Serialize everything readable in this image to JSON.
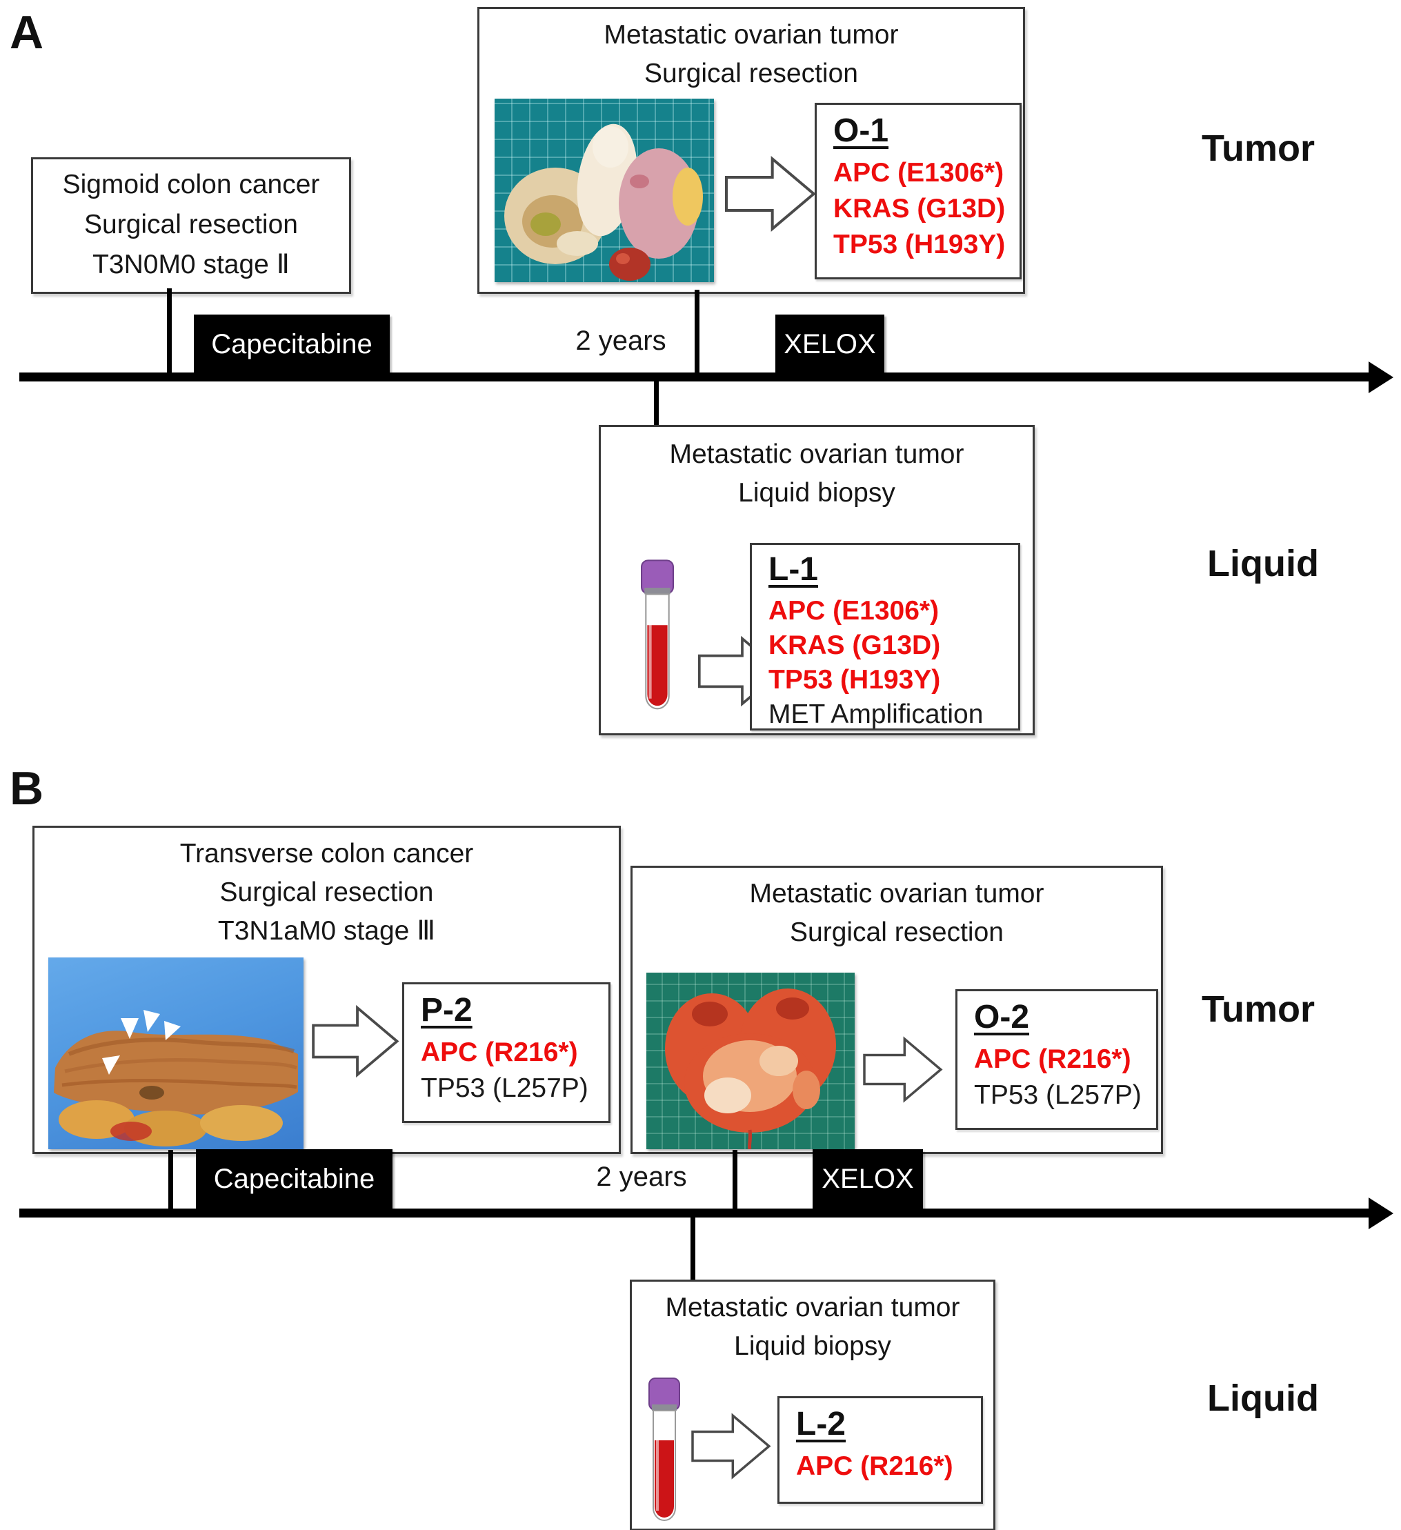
{
  "colors": {
    "mutation_red": "#ee0d0d",
    "timeline_black": "#000000",
    "treatment_pill_bg": "#000000",
    "treatment_pill_text": "#ffffff"
  },
  "panel_a": {
    "label": "A",
    "row_labels": {
      "tumor": "Tumor",
      "liquid": "Liquid"
    },
    "primary_box": {
      "lines": [
        "Sigmoid colon cancer",
        "Surgical resection",
        "T3N0M0 stage Ⅱ"
      ]
    },
    "timeline": {
      "treatment1": "Capecitabine",
      "interval": "2 years",
      "treatment2": "XELOX"
    },
    "tumor_box": {
      "title_lines": [
        "Metastatic ovarian tumor",
        "Surgical resection"
      ],
      "photo": "ovarian-tumor-specimen-on-teal-cutting-mat",
      "sample": {
        "id": "O-1",
        "mutations": [
          {
            "text": "APC (E1306*)",
            "color": "red"
          },
          {
            "text": "KRAS (G13D)",
            "color": "red"
          },
          {
            "text": "TP53 (H193Y)",
            "color": "red"
          }
        ]
      }
    },
    "liquid_box": {
      "title_lines": [
        "Metastatic ovarian tumor",
        "Liquid biopsy"
      ],
      "icon": "blood-tube",
      "sample": {
        "id": "L-1",
        "mutations": [
          {
            "text": "APC (E1306*)",
            "color": "red"
          },
          {
            "text": "KRAS (G13D)",
            "color": "red"
          },
          {
            "text": "TP53 (H193Y)",
            "color": "red"
          },
          {
            "text": "MET Amplification",
            "color": "black"
          }
        ]
      }
    }
  },
  "panel_b": {
    "label": "B",
    "row_labels": {
      "tumor": "Tumor",
      "liquid": "Liquid"
    },
    "primary_box": {
      "title_lines": [
        "Transverse colon cancer",
        "Surgical resection",
        "T3N1aM0 stage Ⅲ"
      ],
      "photo": "transverse-colon-specimen-on-blue-background",
      "sample": {
        "id": "P-2",
        "mutations": [
          {
            "text": "APC (R216*)",
            "color": "red"
          },
          {
            "text": "TP53 (L257P)",
            "color": "black"
          }
        ]
      }
    },
    "timeline": {
      "treatment1": "Capecitabine",
      "interval": "2 years",
      "treatment2": "XELOX"
    },
    "tumor_box": {
      "title_lines": [
        "Metastatic ovarian tumor",
        "Surgical resection"
      ],
      "photo": "ovarian-tumor-specimen-on-green-cutting-mat",
      "sample": {
        "id": "O-2",
        "mutations": [
          {
            "text": "APC (R216*)",
            "color": "red"
          },
          {
            "text": "TP53 (L257P)",
            "color": "black"
          }
        ]
      }
    },
    "liquid_box": {
      "title_lines": [
        "Metastatic ovarian tumor",
        "Liquid biopsy"
      ],
      "icon": "blood-tube",
      "sample": {
        "id": "L-2",
        "mutations": [
          {
            "text": "APC (R216*)",
            "color": "red"
          }
        ]
      }
    }
  }
}
